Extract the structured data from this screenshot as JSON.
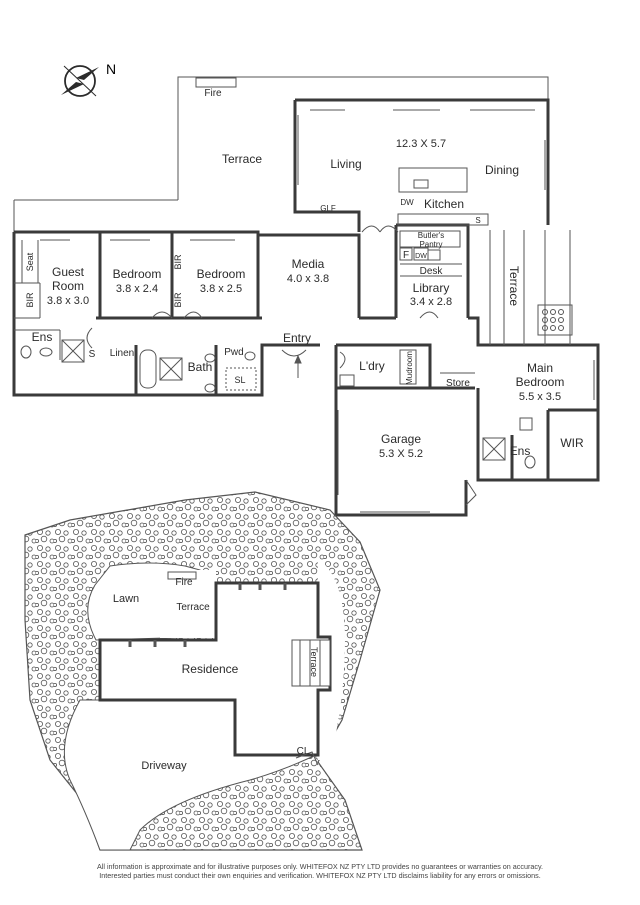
{
  "compass": {
    "label": "N"
  },
  "floor_plan": {
    "fire": "Fire",
    "terrace_top": "Terrace",
    "living": "Living",
    "living_dims": "12.3 X 5.7",
    "dining": "Dining",
    "kitchen": "Kitchen",
    "dw_kitchen": "DW",
    "glf": "GLF",
    "s_kitchen": "S",
    "butlers_pantry": "Butler's\nPantry",
    "f": "F",
    "dw_pantry": "DW",
    "desk": "Desk",
    "library": "Library",
    "library_dims": "3.4 x 2.8",
    "terrace_side": "Terrace",
    "guest_room": "Guest\nRoom",
    "guest_room_dims": "3.8 x 3.0",
    "seat": "Seat",
    "bir_guest": "BIR",
    "ens_guest": "Ens",
    "s_guest": "S",
    "linen": "Linen",
    "bedroom_1": "Bedroom",
    "bedroom_1_dims": "3.8 x 2.4",
    "bir_b1": "BIR",
    "bir_b2": "BIR",
    "bedroom_2": "Bedroom",
    "bedroom_2_dims": "3.8 x 2.5",
    "media": "Media",
    "media_dims": "4.0 x 3.8",
    "bath": "Bath",
    "pwd": "Pwd",
    "sl": "SL",
    "entry": "Entry",
    "laundry": "L'dry",
    "mudroom": "Mudroom",
    "store": "Store",
    "main_bedroom": "Main\nBedroom",
    "main_bedroom_dims": "5.5 x 3.5",
    "wir": "WIR",
    "ens_main": "Ens",
    "garage": "Garage",
    "garage_dims": "5.3 X 5.2"
  },
  "site_plan": {
    "fire": "Fire",
    "lawn": "Lawn",
    "terrace": "Terrace",
    "terrace_side": "Terrace",
    "residence": "Residence",
    "cl": "CL",
    "driveway": "Driveway"
  },
  "disclaimer": {
    "line1": "All information is approximate and for illustrative purposes only. WHITEFOX NZ PTY LTD provides no guarantees or warranties on accuracy.",
    "line2": "Interested parties must conduct their own enquiries and verification. WHITEFOX NZ PTY LTD disclaims liability for any errors or omissions."
  }
}
